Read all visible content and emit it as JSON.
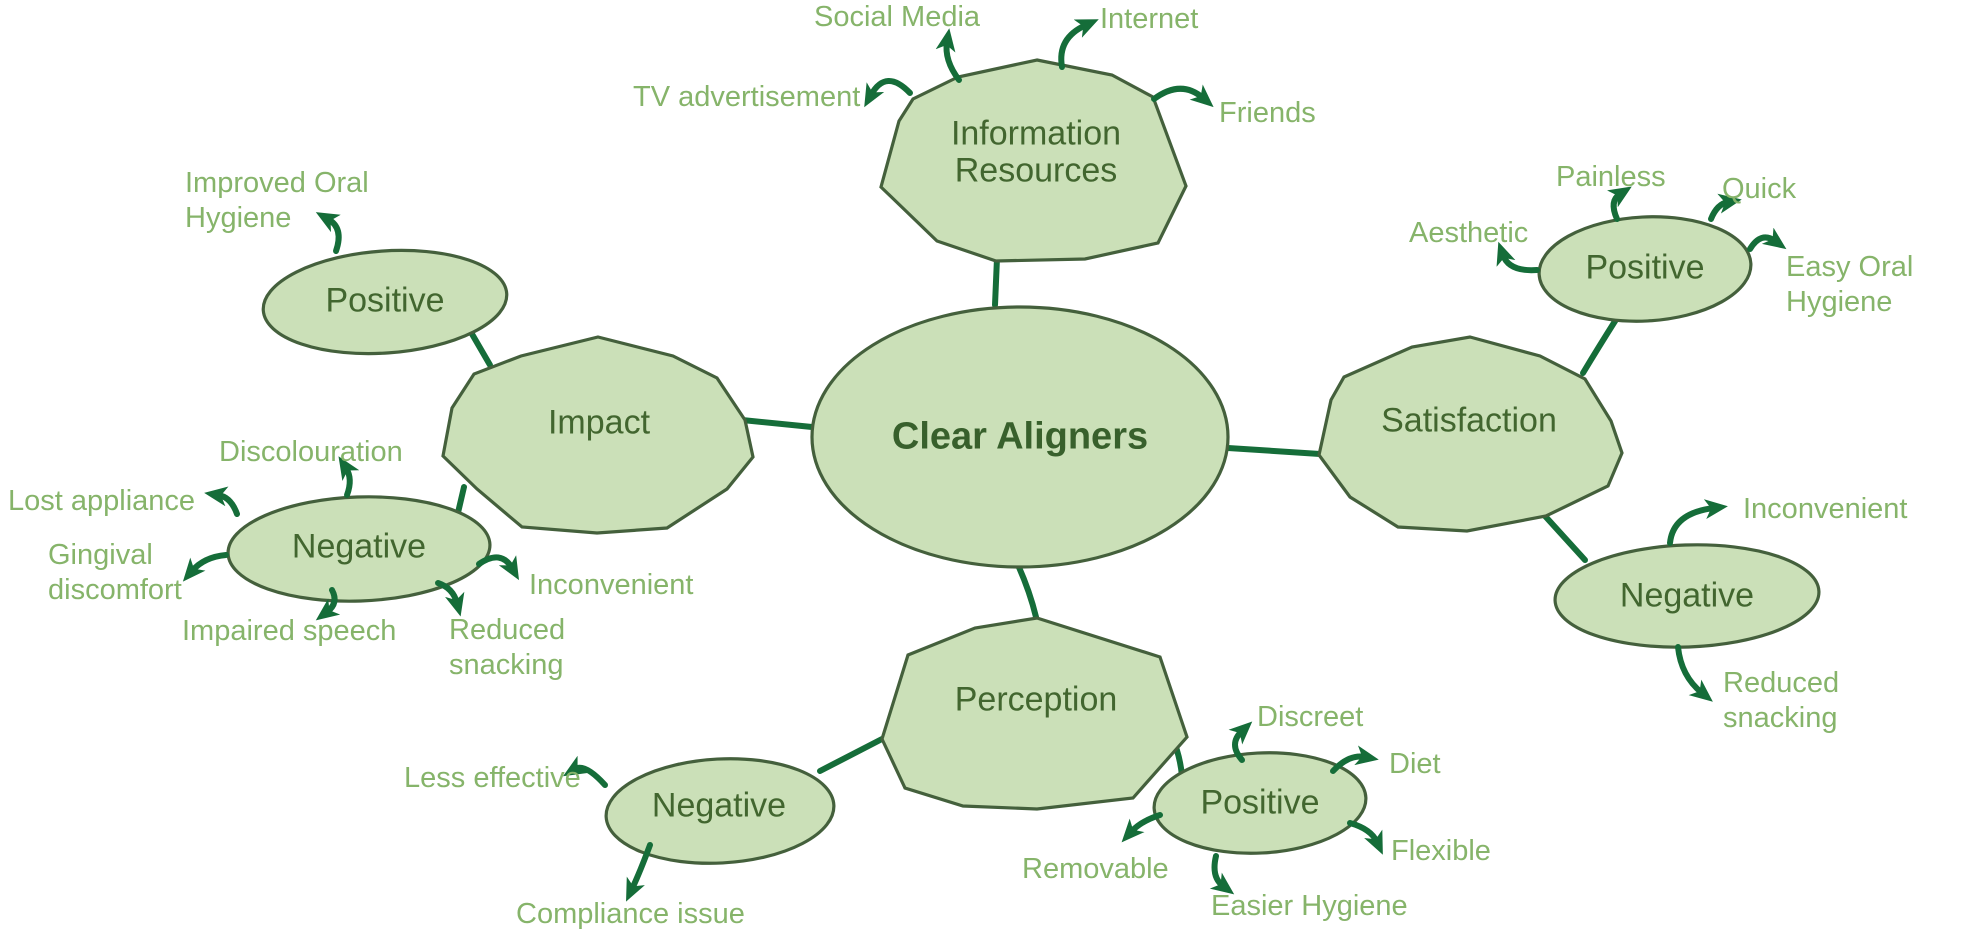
{
  "colors": {
    "background": "#ffffff",
    "shape_fill": "#cbe0b8",
    "shape_stroke": "#44603c",
    "connector_arrow": "#156d39",
    "leaf_text": "#86b46a",
    "node_text": "#42662f",
    "center_text": "#38602c"
  },
  "map": {
    "root": {
      "label": "Clear Aligners"
    },
    "information_resources": {
      "label": "Information\nResources",
      "leaves": {
        "social_media": "Social Media",
        "internet": "Internet",
        "tv_advertisement": "TV advertisement",
        "friends": "Friends"
      }
    },
    "impact": {
      "label": "Impact",
      "positive": {
        "label": "Positive",
        "leaves": {
          "improved_oral_hygiene": "Improved Oral\nHygiene"
        }
      },
      "negative": {
        "label": "Negative",
        "leaves": {
          "discolouration": "Discolouration",
          "lost_appliance": "Lost appliance",
          "gingival_discomfort": "Gingival\ndiscomfort",
          "impaired_speech": "Impaired speech",
          "reduced_snacking": "Reduced\nsnacking",
          "inconvenient": "Inconvenient"
        }
      }
    },
    "satisfaction": {
      "label": "Satisfaction",
      "positive": {
        "label": "Positive",
        "leaves": {
          "painless": "Painless",
          "quick": "Quick",
          "aesthetic": "Aesthetic",
          "easy_oral_hygiene": "Easy Oral\nHygiene"
        }
      },
      "negative": {
        "label": "Negative",
        "leaves": {
          "inconvenient": "Inconvenient",
          "reduced_snacking": "Reduced\nsnacking"
        }
      }
    },
    "perception": {
      "label": "Perception",
      "negative": {
        "label": "Negative",
        "leaves": {
          "less_effective": "Less effective",
          "compliance_issue": "Compliance issue"
        }
      },
      "positive": {
        "label": "Positive",
        "leaves": {
          "discreet": "Discreet",
          "diet": "Diet",
          "flexible": "Flexible",
          "easier_hygiene": "Easier Hygiene",
          "removable": "Removable"
        }
      }
    }
  }
}
